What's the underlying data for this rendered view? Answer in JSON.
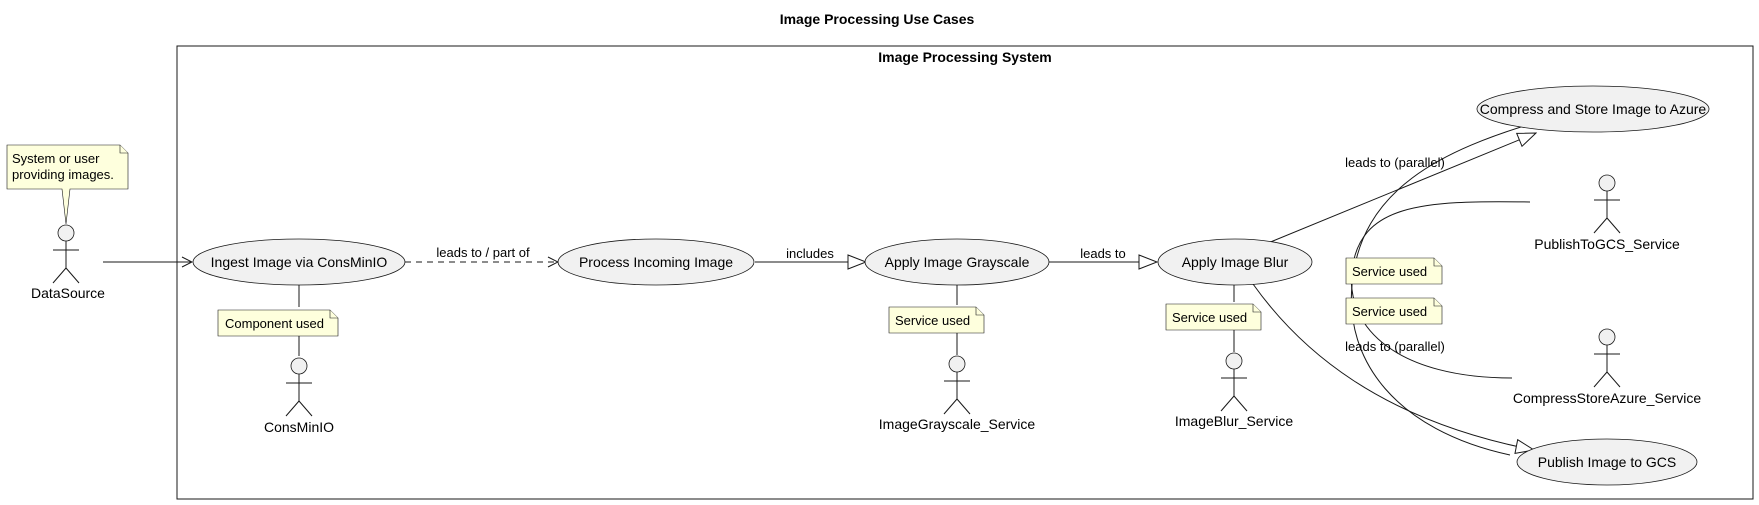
{
  "diagram": {
    "title": "Image Processing Use Cases",
    "system_title": "Image Processing System"
  },
  "use_cases": {
    "ingest": "Ingest Image via ConsMinIO",
    "process": "Process Incoming Image",
    "grayscale": "Apply Image Grayscale",
    "blur": "Apply Image Blur",
    "compress": "Compress and Store Image to Azure",
    "publish": "Publish Image to GCS"
  },
  "actors": {
    "datasource": "DataSource",
    "consminio": "ConsMinIO",
    "grayscale_service": "ImageGrayscale_Service",
    "blur_service": "ImageBlur_Service",
    "gcs_service": "PublishToGCS_Service",
    "azure_service": "CompressStoreAzure_Service"
  },
  "notes": {
    "datasource_line1": "System or user",
    "datasource_line2": "providing images.",
    "component_used": "Component used",
    "service_used_grayscale": "Service used",
    "service_used_blur": "Service used",
    "service_used_gcs": "Service used",
    "service_used_azure": "Service used"
  },
  "edges": {
    "ingest_to_process": "leads to / part of",
    "process_to_grayscale": "includes",
    "grayscale_to_blur": "leads to",
    "blur_to_compress": "leads to (parallel)",
    "blur_to_publish": "leads to (parallel)"
  }
}
